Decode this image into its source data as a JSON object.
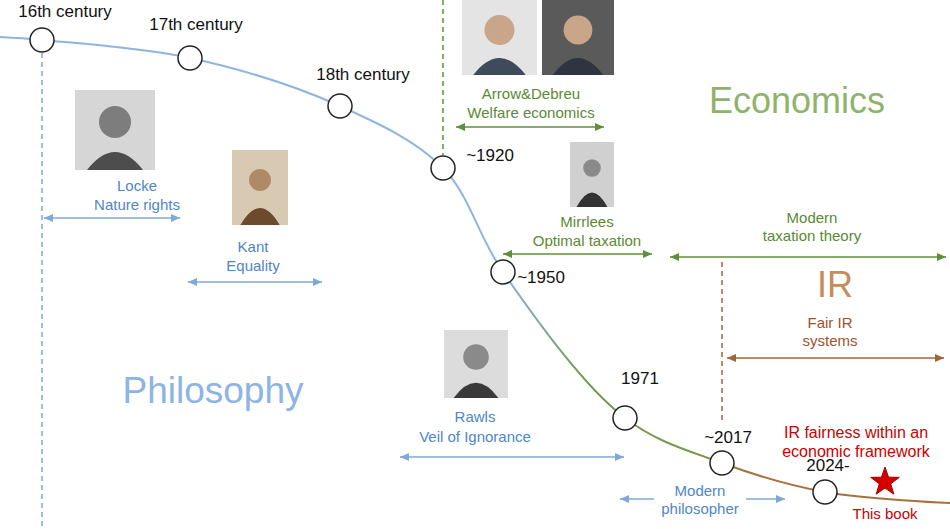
{
  "diagram": {
    "labels": [
      "16th century",
      "17th century",
      "18th century",
      "Arrow&Debreu",
      "Welfare economics",
      "Economics",
      "~1920",
      "Locke",
      "Nature rights",
      "Kant",
      "Equality",
      "Mirrlees",
      "Optimal taxation",
      "Modern taxation theory",
      "~1950",
      "IR",
      "Fair IR systems",
      "Philosophy",
      "1971",
      "Rawls",
      "Veil of Ignorance",
      "IR fairness within an economic framework",
      "~2017",
      "2024-",
      "Modern philosopher",
      "This book"
    ]
  }
}
